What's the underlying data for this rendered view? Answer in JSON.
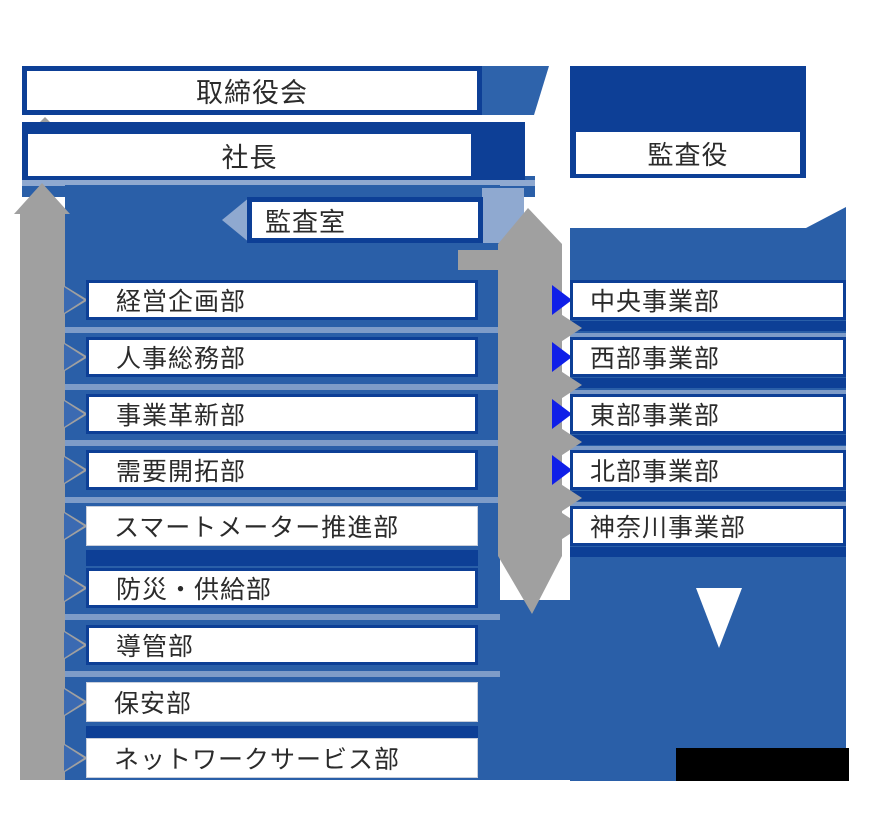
{
  "palette": {
    "navy": "#0d3f96",
    "panel_blue": "#2a5fa8",
    "trapezoid_blue": "#2e63ab",
    "light_blue": "#8fa9d0",
    "stripe_blue": "#7e9cc8",
    "chevron_blue": "#3b6ab2",
    "vivid_blue": "#0f1fe8",
    "gray": "#a0a0a0",
    "black": "#000000",
    "text": "#2b2b2b",
    "white": "#ffffff"
  },
  "org": {
    "board": {
      "label": "取締役会"
    },
    "president": {
      "label": "社長"
    },
    "audit_office": {
      "label": "監査室"
    },
    "auditor": {
      "label": "監査役"
    },
    "departments": [
      {
        "label": "経営企画部"
      },
      {
        "label": "人事総務部"
      },
      {
        "label": "事業革新部"
      },
      {
        "label": "需要開拓部"
      },
      {
        "label": "スマートメーター推進部"
      },
      {
        "label": "防災・供給部"
      },
      {
        "label": "導管部"
      },
      {
        "label": "保安部"
      },
      {
        "label": "ネットワークサービス部"
      }
    ],
    "business_units": [
      {
        "label": "中央事業部"
      },
      {
        "label": "西部事業部"
      },
      {
        "label": "東部事業部"
      },
      {
        "label": "北部事業部"
      },
      {
        "label": "神奈川事業部"
      }
    ]
  }
}
